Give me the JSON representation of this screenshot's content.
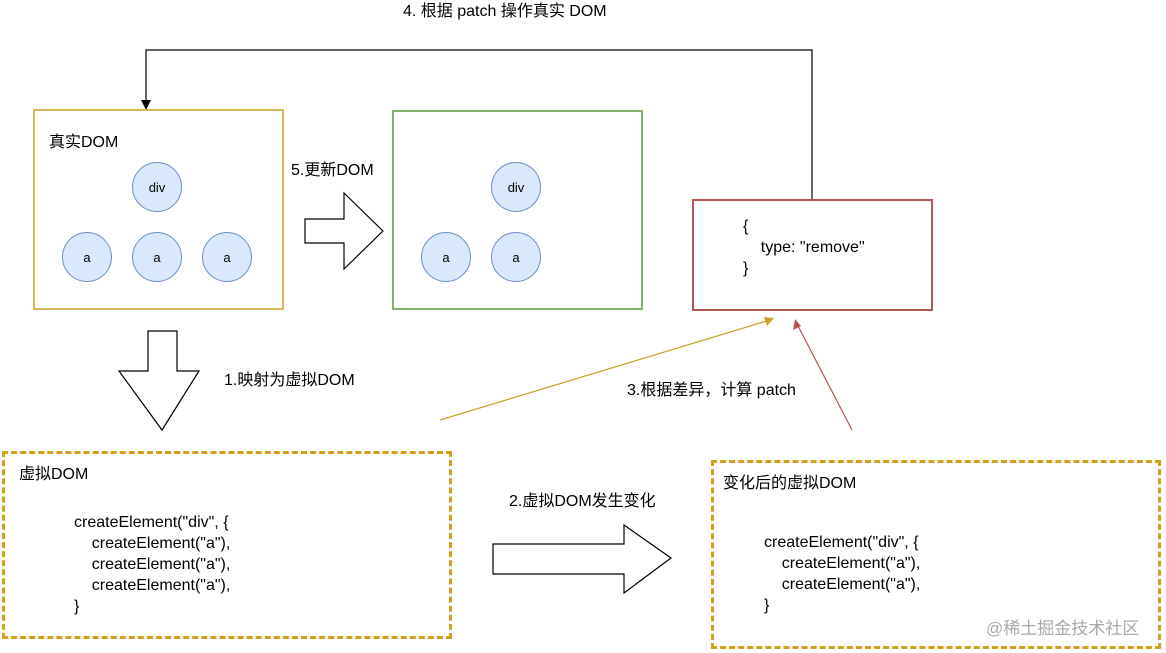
{
  "labels": {
    "step4": "4. 根据 patch 操作真实 DOM",
    "step5": "5.更新DOM",
    "step1": "1.映射为虚拟DOM",
    "step2": "2.虚拟DOM发生变化",
    "step3": "3.根据差异，计算 patch"
  },
  "real_dom": {
    "title": "真实DOM",
    "root": "div",
    "children": [
      "a",
      "a",
      "a"
    ]
  },
  "updated_dom": {
    "root": "div",
    "children": [
      "a",
      "a"
    ]
  },
  "patch": {
    "lines": [
      "{",
      "    type: \"remove\"",
      "}"
    ]
  },
  "vdom": {
    "title": "虚拟DOM",
    "code": [
      "createElement(\"div\", {",
      "    createElement(\"a\"),",
      "    createElement(\"a\"),",
      "    createElement(\"a\"),",
      "}"
    ]
  },
  "changed_vdom": {
    "title": "变化后的虚拟DOM",
    "code": [
      "createElement(\"div\", {",
      "    createElement(\"a\"),",
      "    createElement(\"a\"),",
      "}"
    ]
  },
  "watermark": "@稀土掘金技术社区",
  "colors": {
    "real_dom_border": "#d6b656",
    "updated_dom_border": "#82b366",
    "patch_border": "#b85450",
    "vdom_border": "#d4a017",
    "node_fill": "#dae8fc",
    "node_border": "#6c8ebf",
    "arrow_gold": "#c9a227",
    "arrow_red": "#b85450"
  }
}
